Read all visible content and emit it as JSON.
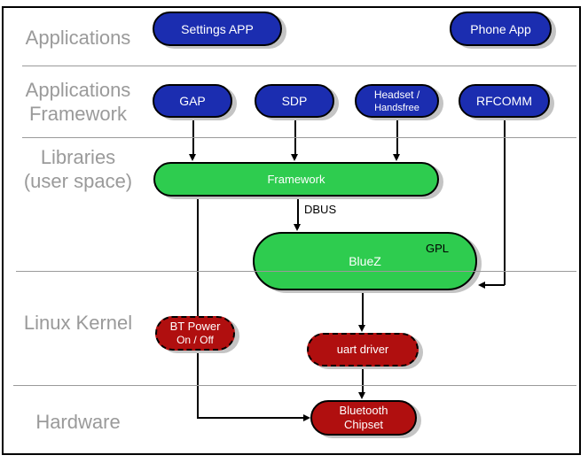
{
  "layers": {
    "applications": {
      "label": "Applications"
    },
    "applications_framework": {
      "line1": "Applications",
      "line2": "Framework"
    },
    "libraries": {
      "line1": "Libraries",
      "line2": "(user space)"
    },
    "linux_kernel": {
      "label": "Linux Kernel"
    },
    "hardware": {
      "label": "Hardware"
    }
  },
  "nodes": {
    "settings_app": {
      "label": "Settings APP"
    },
    "phone_app": {
      "label": "Phone App"
    },
    "gap": {
      "label": "GAP"
    },
    "sdp": {
      "label": "SDP"
    },
    "headset": {
      "line1": "Headset /",
      "line2": "Handsfree"
    },
    "rfcomm": {
      "label": "RFCOMM"
    },
    "framework": {
      "label": "Framework"
    },
    "bluez": {
      "label": "BlueZ",
      "license_badge": "GPL"
    },
    "bt_power": {
      "line1": "BT Power",
      "line2": "On / Off"
    },
    "uart_driver": {
      "label": "uart driver"
    },
    "bluetooth_chipset": {
      "line1": "Bluetooth",
      "line2": "Chipset"
    }
  },
  "connectors": {
    "dbus_label": "DBUS"
  },
  "colors": {
    "node_blue": "#1b2db0",
    "node_green": "#2ecc4f",
    "node_red": "#b00f0f",
    "layer_label_gray": "#9a9a9a",
    "divider_gray": "#9a9a9a",
    "shadow_gray": "#c4c4c4",
    "connector_black": "#000000"
  }
}
